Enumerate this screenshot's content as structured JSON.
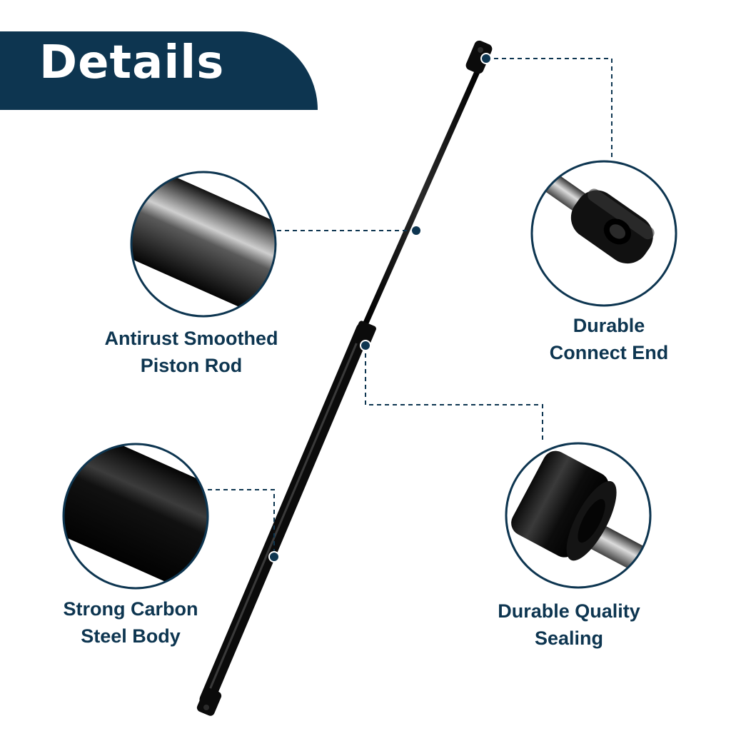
{
  "banner": {
    "title": "Details"
  },
  "features": {
    "piston_rod": {
      "line1": "Antirust Smoothed",
      "line2": "Piston Rod"
    },
    "connect_end": {
      "line1": "Durable",
      "line2": "Connect End"
    },
    "body": {
      "line1": "Strong Carbon",
      "line2": "Steel Body"
    },
    "sealing": {
      "line1": "Durable Quality",
      "line2": "Sealing"
    }
  },
  "colors": {
    "brand": "#0d3550",
    "product": "#0b0b0b",
    "background": "#ffffff"
  }
}
